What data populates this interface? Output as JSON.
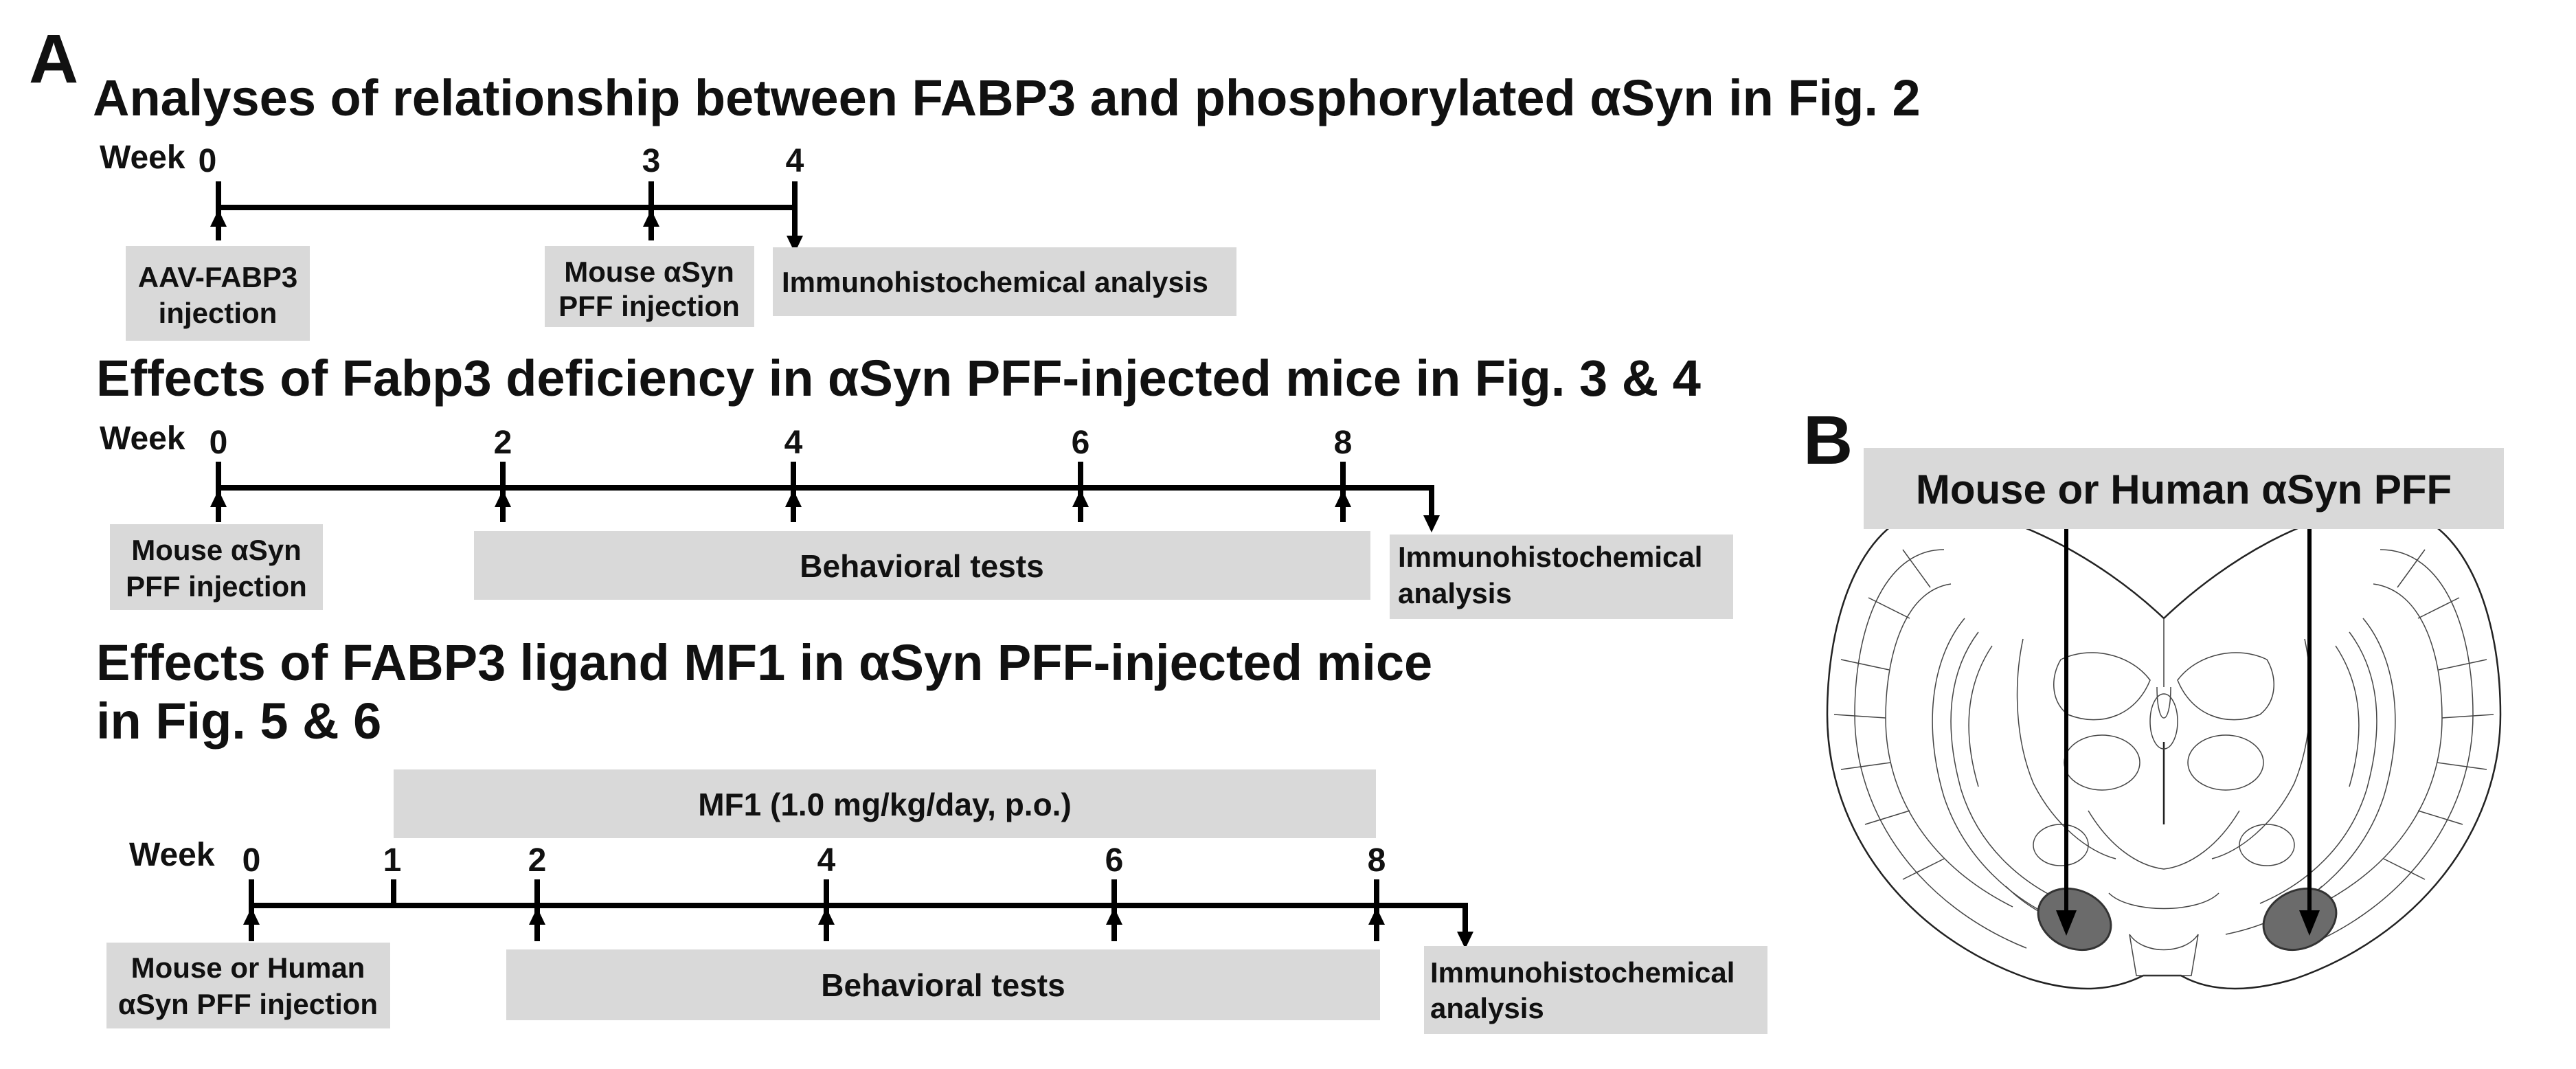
{
  "panel_a": {
    "letter": "A",
    "section1": {
      "title": "Analyses of relationship between FABP3 and phosphorylated αSyn in Fig. 2",
      "week_label": "Week",
      "weeks": [
        "0",
        "3",
        "4"
      ],
      "box1": [
        "AAV-FABP3",
        "injection"
      ],
      "box2": [
        "Mouse αSyn",
        "PFF injection"
      ],
      "box3": "Immunohistochemical analysis"
    },
    "section2": {
      "title": "Effects of Fabp3 deficiency in αSyn PFF-injected mice in Fig. 3 & 4",
      "week_label": "Week",
      "weeks": [
        "0",
        "2",
        "4",
        "6",
        "8"
      ],
      "box1": [
        "Mouse αSyn",
        "PFF injection"
      ],
      "behavioral": "Behavioral tests",
      "box3": [
        "Immunohistochemical",
        "analysis"
      ]
    },
    "section3": {
      "title_line1": "Effects of FABP3 ligand MF1 in αSyn PFF-injected mice",
      "title_line2": "in Fig. 5 & 6",
      "mf1": "MF1 (1.0 mg/kg/day, p.o.)",
      "week_label": "Week",
      "weeks": [
        "0",
        "1",
        "2",
        "4",
        "6",
        "8"
      ],
      "box1": [
        "Mouse or Human",
        "αSyn PFF injection"
      ],
      "behavioral": "Behavioral tests",
      "box3": [
        "Immunohistochemical",
        "analysis"
      ]
    }
  },
  "panel_b": {
    "letter": "B",
    "label": "Mouse or Human αSyn PFF",
    "injection_site_color": "#6b6b6b"
  }
}
